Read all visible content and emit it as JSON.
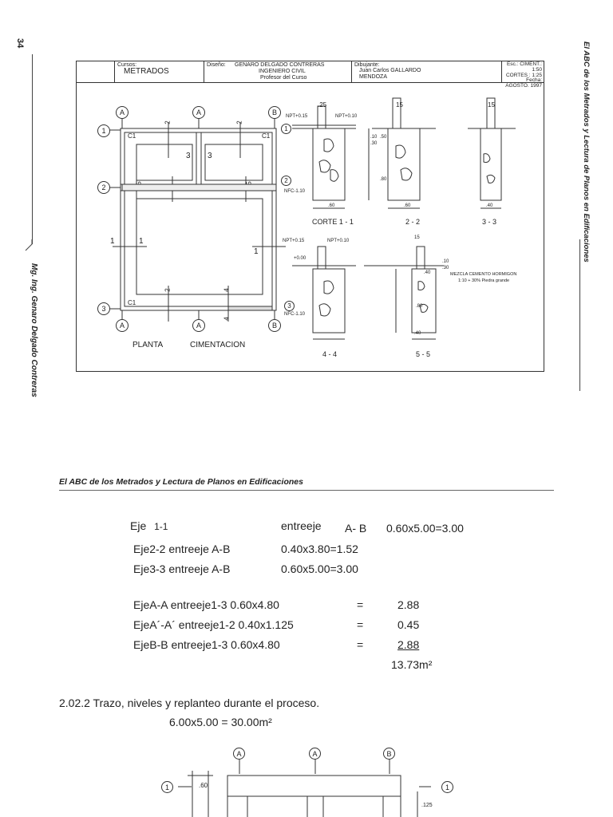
{
  "page": {
    "page_number": "34",
    "left_vertical_text": "Mg. Ing. Genaro Delgado Contreras",
    "right_vertical_text": "El ABC de los Metrados y Lectura de Planos en Edificaciones",
    "running_head": "El ABC de los Metrados y Lectura de Planos en Edificaciones"
  },
  "title_block": {
    "cursos_label": "Cursos:",
    "cursos_value": "METRADOS",
    "diseno_label": "Diseño:",
    "diseno_line1": "GENARO DELGADO CONTRERAS",
    "diseno_line2": "INGENIERO CIVIL",
    "diseno_line3": "Profesor del Curso",
    "dibujante_label": "Dibujante:",
    "dibujante_value": "Juan Carlos GALLARDO MENDOZA",
    "esc_line1": "Esc.: CIMENT.: 1:50",
    "esc_line2": "CORTES : 1:25",
    "esc_line3": "Fecha: AGOSTO. 1997"
  },
  "plan": {
    "axis_A": "A",
    "axis_B": "B",
    "axis_1": "1",
    "axis_2": "2",
    "axis_3": "3",
    "label_c1": "C1",
    "dim_2": "2",
    "dim_3": "3",
    "dim_4": "4",
    "dim_5": "5",
    "cut_1": "1",
    "title_planta": "PLANTA",
    "title_cimentacion": "CIMENTACION"
  },
  "sections": {
    "corte_1_1": "CORTE 1 - 1",
    "corte_2_2": "2 - 2",
    "corte_3_3": "3 - 3",
    "corte_4_4": "4 - 4",
    "corte_5_5": "5 - 5",
    "npt_015": "NPT+0.15",
    "npt_010": "NPT+0.10",
    "nfc": "NFC-1.10",
    "level_000": "+0.00",
    "dim_25": ".25",
    "dim_15": "15",
    "dim_60": ".60",
    "dim_40": ".40",
    "dim_50": ".50",
    "dim_80": ".80",
    "dim_30": ".30",
    "dim_10": ".10",
    "mix_line1": "MEZCLA CEMENTO HORMIGON",
    "mix_line2": "1:10 + 30% Piedra grande"
  },
  "calc": {
    "row1_axis": "Eje",
    "row1_axis_num": "1-1",
    "row1_between": "entreeje",
    "row1_range": "A- B",
    "row1_formula": "0.60x5.00=3.00",
    "row2": "Eje2-2  entreeje A-B",
    "row2_formula": "0.40x3.80=1.52",
    "row3": "Eje3-3  entreeje A-B",
    "row3_formula": "0.60x5.00=3.00",
    "row4": "EjeA-A entreeje1-3 0.60x4.80",
    "row4_eq": "=",
    "row4_val": "2.88",
    "row5": "EjeA´-A´ entreeje1-2 0.40x1.125",
    "row5_eq": "=",
    "row5_val": "0.45",
    "row6": "EjeB-B entreeje1-3 0.60x4.80",
    "row6_eq": "=",
    "row6_val": "2.88",
    "total": "13.73m²"
  },
  "section_2022": {
    "heading": "2.02.2 Trazo, niveles y replanteo durante el proceso.",
    "area": "6.00x5.00 = 30.00m²"
  },
  "bottom_plan": {
    "axis_A": "A",
    "axis_A2": "A",
    "axis_B": "B",
    "axis_1": "1",
    "dim_60": ".60",
    "dim_125": ".125"
  }
}
